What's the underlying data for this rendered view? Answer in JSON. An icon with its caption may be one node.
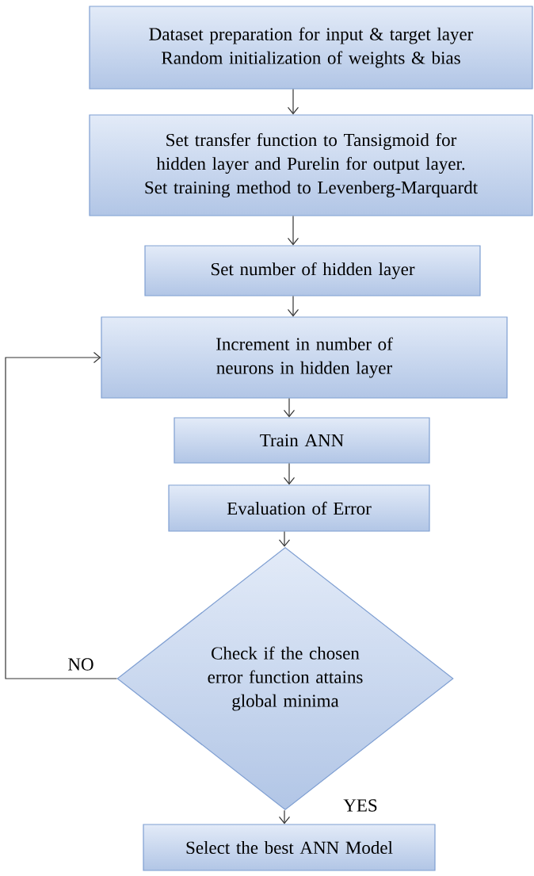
{
  "diagram": {
    "nodes": [
      {
        "text": [
          "Dataset preparation for input & target layer",
          "Random initialization of weights & bias"
        ]
      },
      {
        "text": [
          "Set transfer function to Tansigmoid for hidden layer and Purelin for output layer. Set training method to Levenberg-Marquardt"
        ]
      },
      {
        "text": [
          "Set number of hidden layer"
        ]
      },
      {
        "text": [
          "Increment in number of neurons in hidden layer"
        ]
      },
      {
        "text": [
          "Train ANN"
        ]
      },
      {
        "text": [
          "Evaluation of Error"
        ]
      },
      {
        "text": [
          "Check if the chosen error function attains global minima"
        ]
      },
      {
        "text": [
          "Select the best ANN Model"
        ]
      }
    ],
    "edges": [
      {
        "from": 0,
        "to": 1,
        "arrow": "to"
      },
      {
        "from": 1,
        "to": 2,
        "arrow": "to"
      },
      {
        "from": 2,
        "to": 3,
        "arrow": "to"
      },
      {
        "from": 3,
        "to": 4,
        "arrow": "to"
      },
      {
        "from": 4,
        "to": 5,
        "arrow": "to"
      },
      {
        "from": 5,
        "to": 6,
        "arrow": "to"
      },
      {
        "from": 6,
        "to": 7,
        "arrow": "to",
        "label": "YES"
      },
      {
        "from": 6,
        "to": 3,
        "arrow": "to",
        "label": "NO"
      }
    ]
  }
}
